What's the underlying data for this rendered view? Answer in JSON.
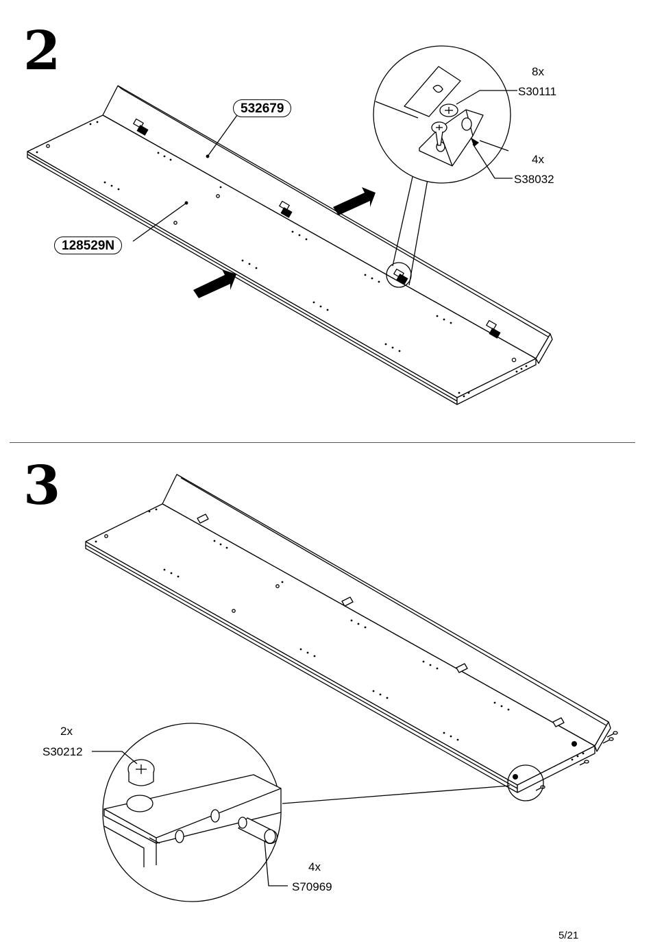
{
  "page": {
    "number": "5/21"
  },
  "step2": {
    "number": "2",
    "parts": {
      "panel_a": "532679",
      "panel_b": "128529N"
    },
    "hardware": [
      {
        "qty": "8x",
        "code": "S30111"
      },
      {
        "qty": "4x",
        "code": "S38032"
      }
    ]
  },
  "step3": {
    "number": "3",
    "hardware": [
      {
        "qty": "2x",
        "code": "S30212"
      },
      {
        "qty": "4x",
        "code": "S70969"
      }
    ]
  }
}
